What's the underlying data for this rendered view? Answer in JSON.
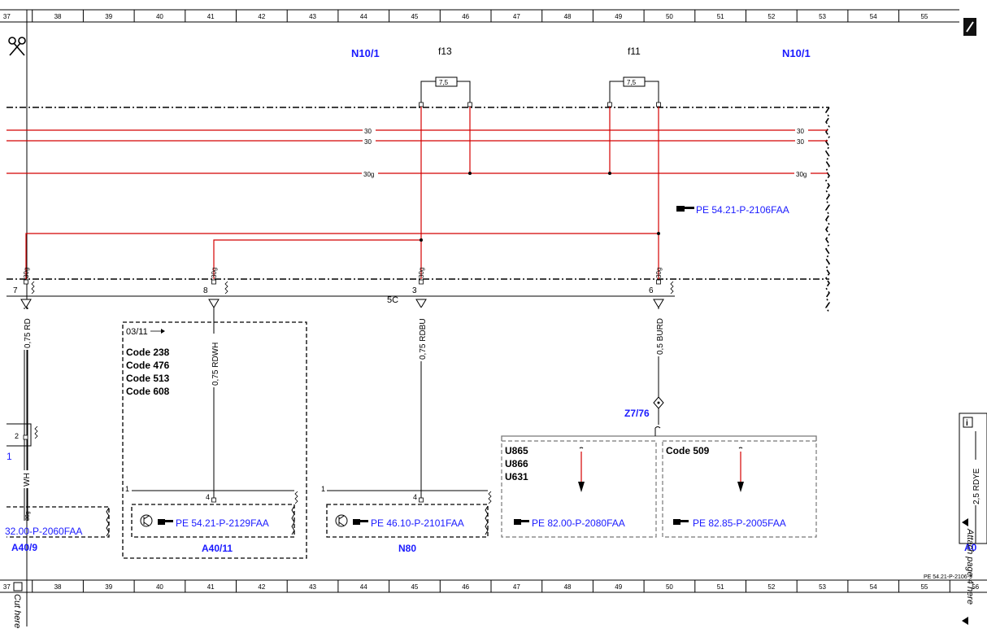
{
  "ruler": {
    "top": [
      "37",
      "38",
      "39",
      "40",
      "41",
      "42",
      "43",
      "44",
      "45",
      "46",
      "47",
      "48",
      "49",
      "50",
      "51",
      "52",
      "53",
      "54",
      "55"
    ],
    "bottom": [
      "37",
      "38",
      "39",
      "40",
      "41",
      "42",
      "43",
      "44",
      "45",
      "46",
      "47",
      "48",
      "49",
      "50",
      "51",
      "52",
      "53",
      "54",
      "55",
      "56"
    ]
  },
  "components": {
    "n10_left": "N10/1",
    "n10_right": "N10/1",
    "fuse_f13": "f13",
    "fuse_f11": "f11",
    "fuse_f13_rating": "7,5",
    "fuse_f11_rating": "7,5",
    "z7": "Z7/76",
    "a40_9": "A40/9",
    "a40_11": "A40/11",
    "n80": "N80",
    "a0_partial": "A0"
  },
  "bus_labels": {
    "l30a_mid": "30",
    "l30a_right": "30",
    "l30b_mid": "30",
    "l30b_right": "30",
    "l30g_mid": "30g",
    "l30g_right": "30g"
  },
  "connector_labels": {
    "pin_7": "7",
    "pin_8": "8",
    "pin_5c": "5C",
    "pin_3": "3",
    "pin_6": "6",
    "tag_30g_1": "30g",
    "tag_30g_2": "30g",
    "tag_30g_3": "30g",
    "tag_30g_4": "30g",
    "pin_2": "2",
    "pin_1_partial": "1",
    "a40_11_pin1": "1",
    "a40_11_pin4": "4",
    "n80_pin1": "1",
    "n80_pin4": "4"
  },
  "wires": {
    "w_075rd": "0,75 RD",
    "w_075rdwh": "0,75 RDWH",
    "w_075rdbu": "0,75 RDBU",
    "w_05burd": "0,5 BURD",
    "w_wh": "WH",
    "w_25rdye": "2,5 RDYE",
    "w_30g_small": "30g"
  },
  "references": {
    "pe_2106": "PE 54.21-P-2106FAA",
    "pe_2129": "PE 54.21-P-2129FAA",
    "pe_2101": "PE 46.10-P-2101FAA",
    "pe_2080": "PE 82.00-P-2080FAA",
    "pe_2005": "PE 82.85-P-2005FAA",
    "pe_2060_partial": "32.00-P-2060FAA",
    "page_id": "PE 54.21-P-2106-9"
  },
  "codes": {
    "date": "03/11",
    "code_238": "Code 238",
    "code_476": "Code 476",
    "code_513": "Code 513",
    "code_608": "Code 608",
    "u865": "U865",
    "u866": "U866",
    "u631": "U631",
    "code_509": "Code 509"
  },
  "side_notes": {
    "cut_here": "Cut here",
    "attach_page": "Attach page 4 here"
  },
  "icons": {
    "scissors": "scissors-icon",
    "pointing_hand": "pointing-hand-icon",
    "info": "info-icon",
    "pencil": "pencil-icon",
    "transistor": "transistor-icon"
  },
  "colors": {
    "wire_red": "#d40000",
    "label_blue": "#1a1aff",
    "line_black": "#000000"
  }
}
